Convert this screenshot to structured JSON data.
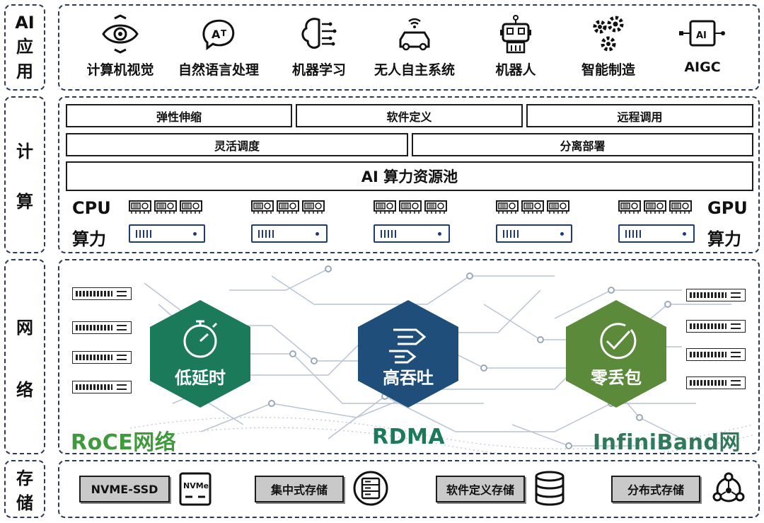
{
  "layers": {
    "ai": [
      "AI",
      "应",
      "用"
    ],
    "compute": [
      "计",
      "算"
    ],
    "network": [
      "网",
      "络"
    ],
    "storage": [
      "存",
      "储"
    ]
  },
  "apps": [
    {
      "label": "计算机视觉",
      "icon": "eye-icon"
    },
    {
      "label": "自然语言处理",
      "icon": "speech-bubble-icon"
    },
    {
      "label": "机器学习",
      "icon": "brain-circuit-icon"
    },
    {
      "label": "无人自主系统",
      "icon": "autonomous-car-icon"
    },
    {
      "label": "机器人",
      "icon": "robot-icon"
    },
    {
      "label": "智能制造",
      "icon": "gears-icon"
    },
    {
      "label": "AIGC",
      "icon": "ai-chip-icon"
    }
  ],
  "compute": {
    "row1": [
      "弹性伸缩",
      "软件定义",
      "远程调用"
    ],
    "row2": [
      "灵活调度",
      "分离部署"
    ],
    "pool": "AI 算力资源池",
    "cpu_label": [
      "CPU",
      "算力"
    ],
    "gpu_label": [
      "GPU",
      "算力"
    ],
    "server_groups": 5
  },
  "network": {
    "features": [
      {
        "label": "低延时",
        "color": "#1a7a5a",
        "icon": "stopwatch-icon"
      },
      {
        "label": "高吞吐",
        "color": "#1f4e7a",
        "icon": "fast-arrows-icon"
      },
      {
        "label": "零丢包",
        "color": "#5b8a3a",
        "icon": "check-circle-icon"
      }
    ],
    "names": [
      {
        "label": "RoCE网络",
        "color": "#3f9a3c"
      },
      {
        "label": "RDMA",
        "color": "#1a7a5a"
      },
      {
        "label": "InfiniBand网络",
        "color": "#2f7a5a"
      }
    ]
  },
  "storage": [
    {
      "label": "NVME-SSD",
      "icon": "nvme-icon"
    },
    {
      "label": "集中式存储",
      "icon": "server-circle-icon"
    },
    {
      "label": "软件定义存储",
      "icon": "database-icon"
    },
    {
      "label": "分布式存储",
      "icon": "distributed-icon"
    }
  ]
}
